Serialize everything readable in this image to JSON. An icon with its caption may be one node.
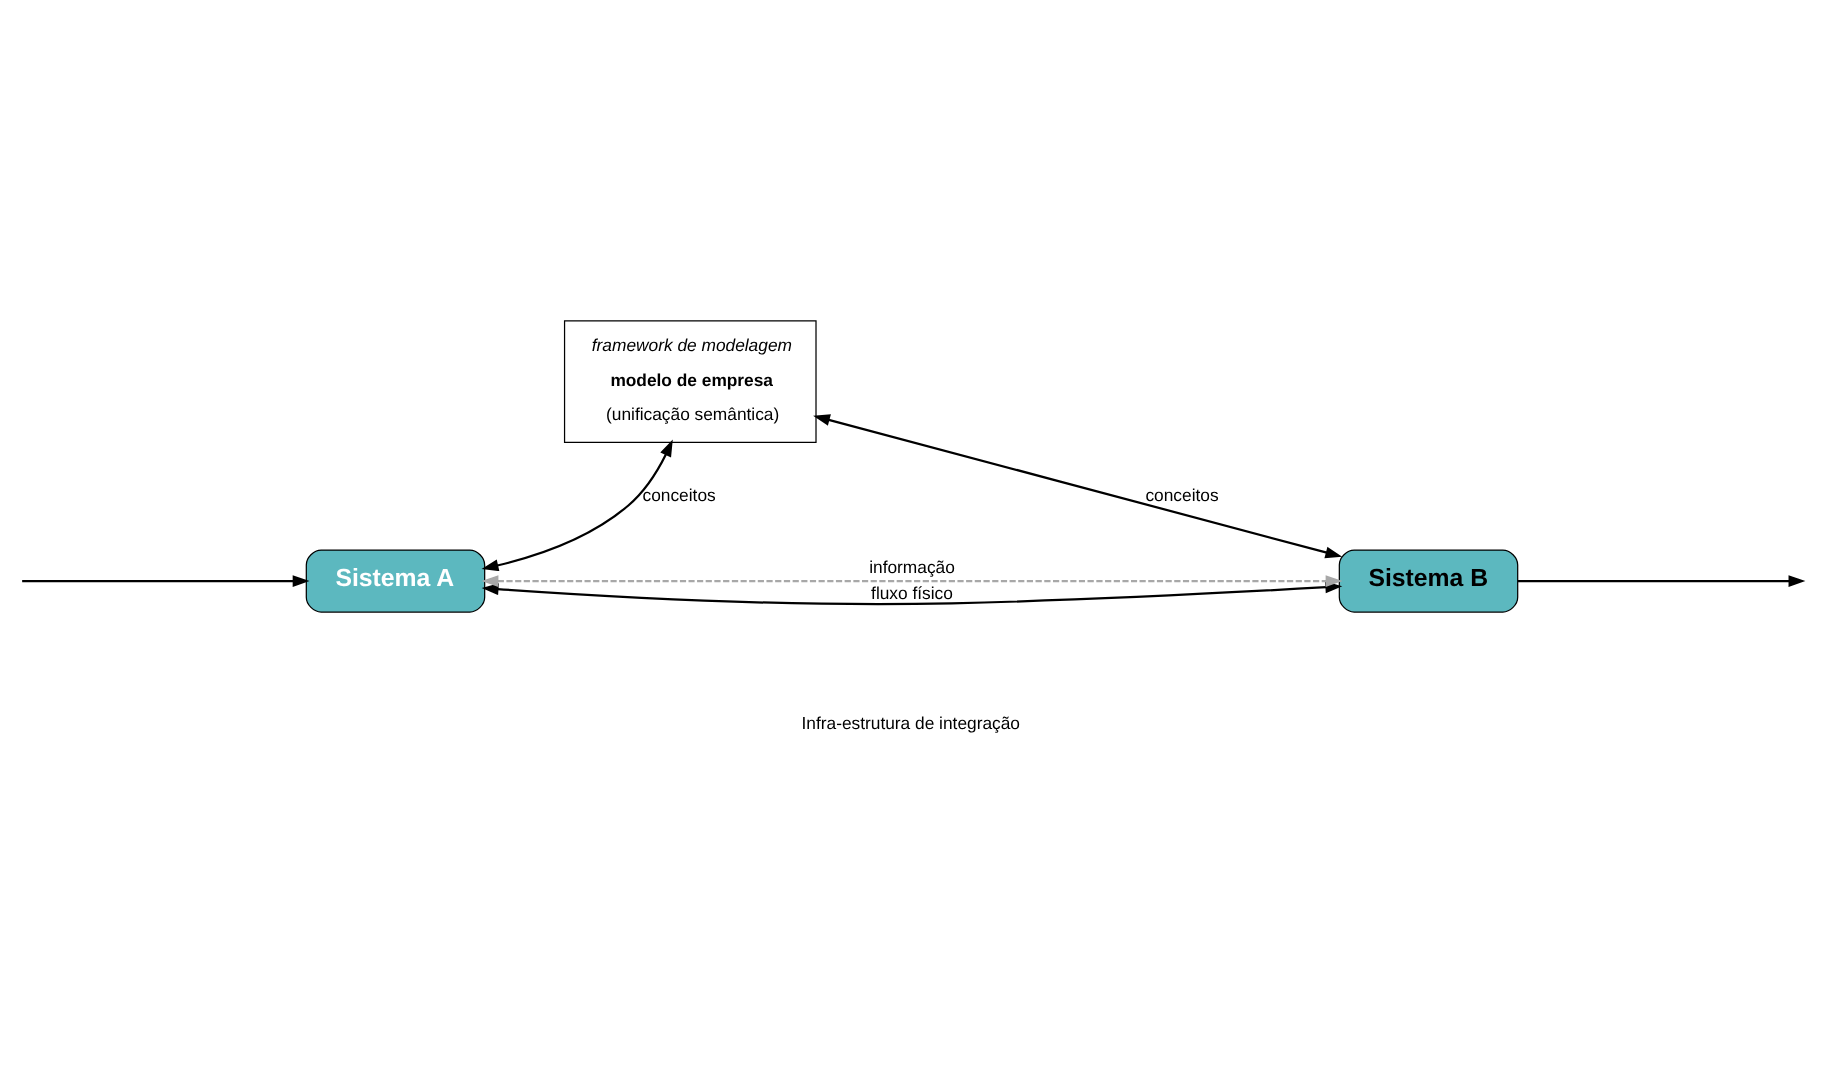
{
  "diagram": {
    "nodes": [
      {
        "text": [
          "framework de modelagem",
          "modelo de empresa",
          "(unificação semântica)"
        ]
      },
      {
        "text": [
          "Sistema A"
        ]
      },
      {
        "text": [
          "Sistema B"
        ]
      }
    ],
    "edges": [
      {
        "from": null,
        "to": 1,
        "arrow": "to"
      },
      {
        "from": 2,
        "to": null,
        "arrow": "to"
      },
      {
        "from": 1,
        "to": 0,
        "arrow": "both",
        "label": "conceitos"
      },
      {
        "from": 2,
        "to": 0,
        "arrow": "both",
        "label": "conceitos"
      },
      {
        "from": 1,
        "to": 2,
        "arrow": "both",
        "label": "fluxo físico"
      },
      {
        "from": 1,
        "to": 2,
        "arrow": "both",
        "label": "informação",
        "style": "dashed",
        "color": "#a8a8a8"
      }
    ],
    "labels": [
      "Infra-estrutura de integração"
    ]
  }
}
